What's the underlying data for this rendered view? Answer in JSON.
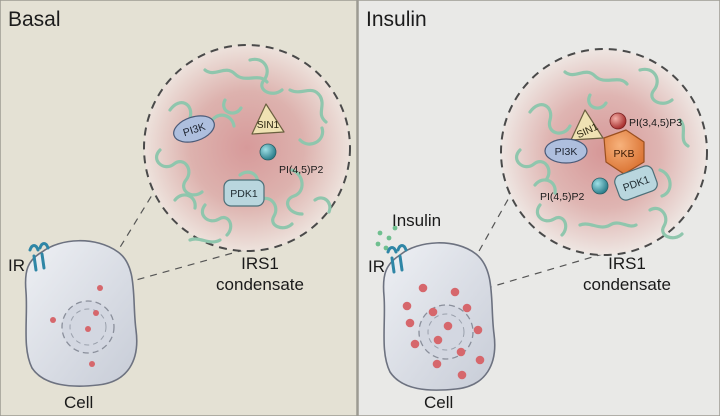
{
  "panels": {
    "basal": {
      "title": "Basal",
      "cell_label": "Cell",
      "receptor_label": "IR",
      "condensate_label_line1": "IRS1",
      "condensate_label_line2": "condensate",
      "proteins": {
        "pi3k": "PI3K",
        "sin1": "SIN1",
        "pdk1": "PDK1",
        "lipid": "PI(4,5)P2"
      }
    },
    "insulin": {
      "title": "Insulin",
      "cell_label": "Cell",
      "receptor_label": "IR",
      "ligand_label": "Insulin",
      "condensate_label_line1": "IRS1",
      "condensate_label_line2": "condensate",
      "proteins": {
        "pi3k": "PI3K",
        "sin1": "SIN1",
        "pkb": "PKB",
        "pdk1": "PDK1",
        "lipid_a": "PI(3,4,5)P3",
        "lipid_b": "PI(4,5)P2"
      }
    }
  },
  "colors": {
    "basal_bg": "#e4e1d4",
    "insulin_bg": "#e9e9e7",
    "condensate_fill": "#d8a6a4",
    "strand": "#9ac9b3",
    "droplet": "#d6676c",
    "cell_fill": "#d9dde6",
    "receptor": "#2f86a6",
    "pkb": "#e8894a",
    "pi3k": "#aebfde",
    "pdk1": "#b9d6de",
    "sin1": "#efe2b3",
    "lipid_teal": "#3f9aa6",
    "lipid_red": "#c24a4a"
  }
}
